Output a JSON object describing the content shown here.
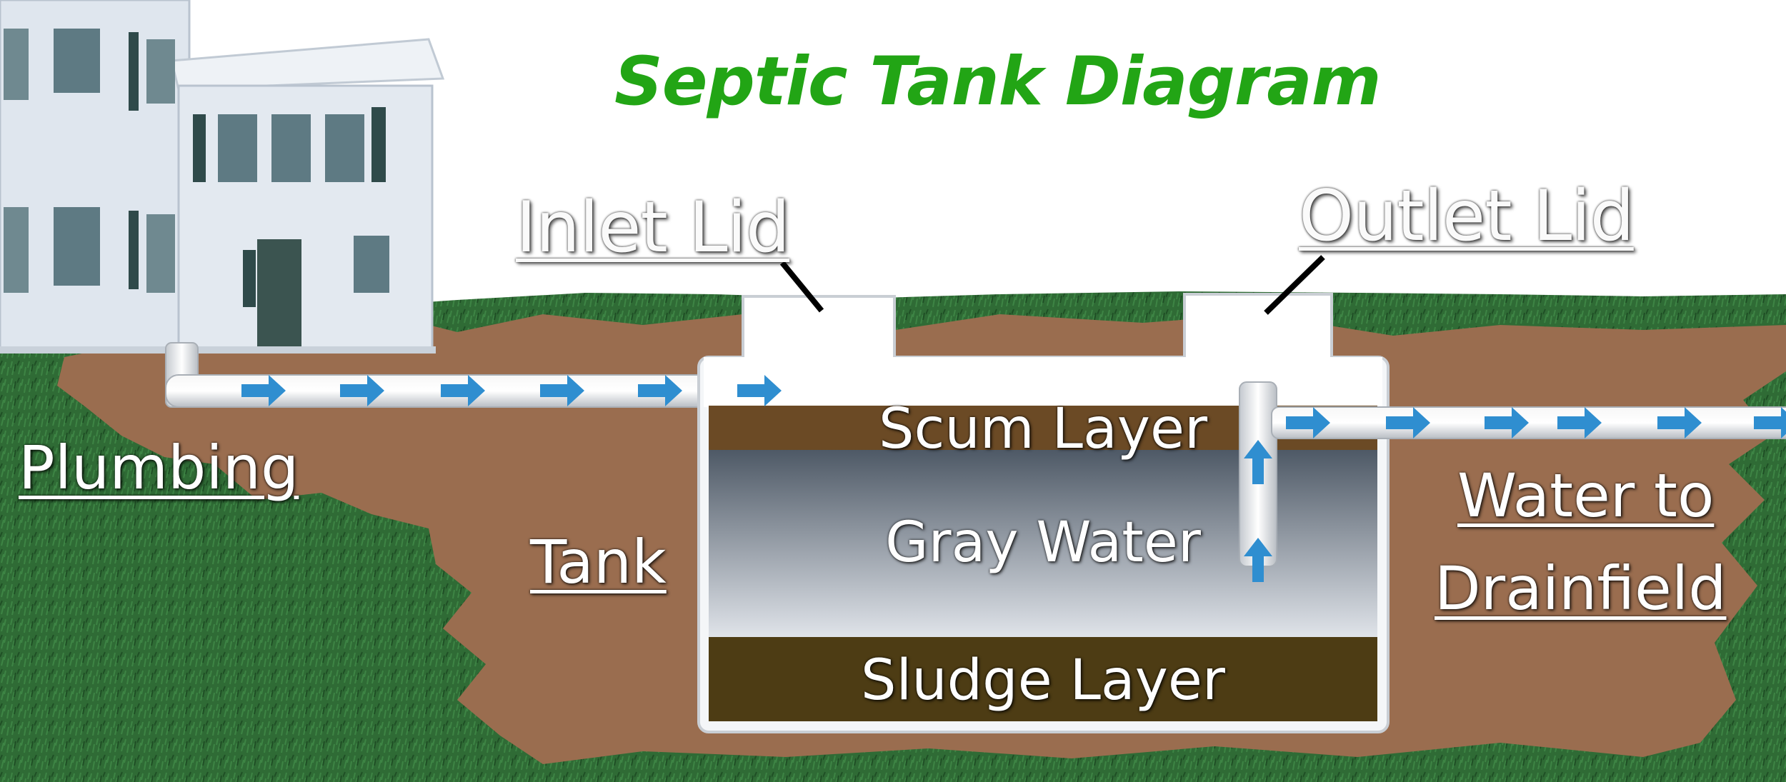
{
  "title": "Septic Tank Diagram",
  "labels": {
    "inlet_lid": "Inlet Lid",
    "outlet_lid": "Outlet Lid",
    "plumbing": "Plumbing",
    "tank": "Tank",
    "scum_layer": "Scum Layer",
    "gray_water": "Gray Water",
    "sludge_layer": "Sludge Layer",
    "water_to_line1": "Water to",
    "water_to_line2": "Drainfield"
  },
  "colors": {
    "title": "#22a515",
    "grass": "#2f6b35",
    "soil": "#9a6d4f",
    "scum": "#6b4a25",
    "sludge": "#4d3c14",
    "arrow": "#2f8ed0",
    "house": "#dfe6ee"
  },
  "icons": {
    "flow_arrow": "arrow-right",
    "rise_arrow": "arrow-up"
  }
}
